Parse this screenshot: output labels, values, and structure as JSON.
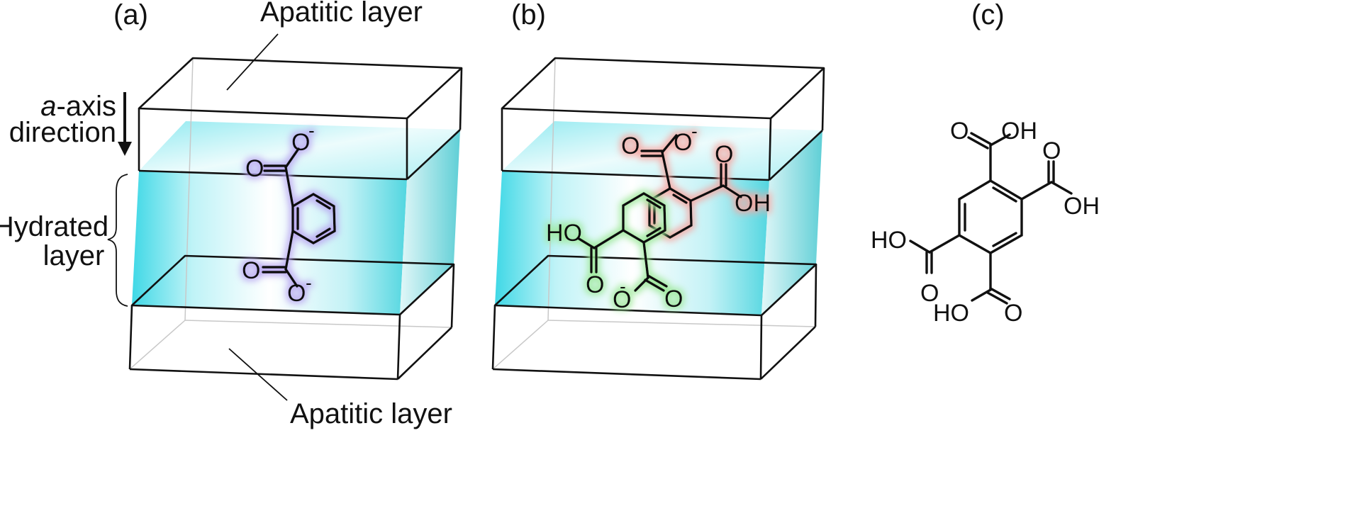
{
  "panel_labels": {
    "a": "(a)",
    "b": "(b)",
    "c": "(c)"
  },
  "labels": {
    "apatitic_top": "Apatitic layer",
    "apatitic_bottom": "Apatitic layer",
    "axis_italic": "a",
    "axis_rest": "-axis",
    "axis_line2": "direction",
    "hydrated_line1": "Hydrated",
    "hydrated_line2": "layer"
  },
  "atoms": {
    "O": "O",
    "OH": "OH",
    "HO": "HO",
    "minus": "-"
  },
  "colors": {
    "hydrated_layer": "#4fdde8",
    "glow_purple": "#b9a6f0",
    "glow_red": "#f6a7a2",
    "glow_green": "#9ee89a",
    "ink": "#111111"
  }
}
